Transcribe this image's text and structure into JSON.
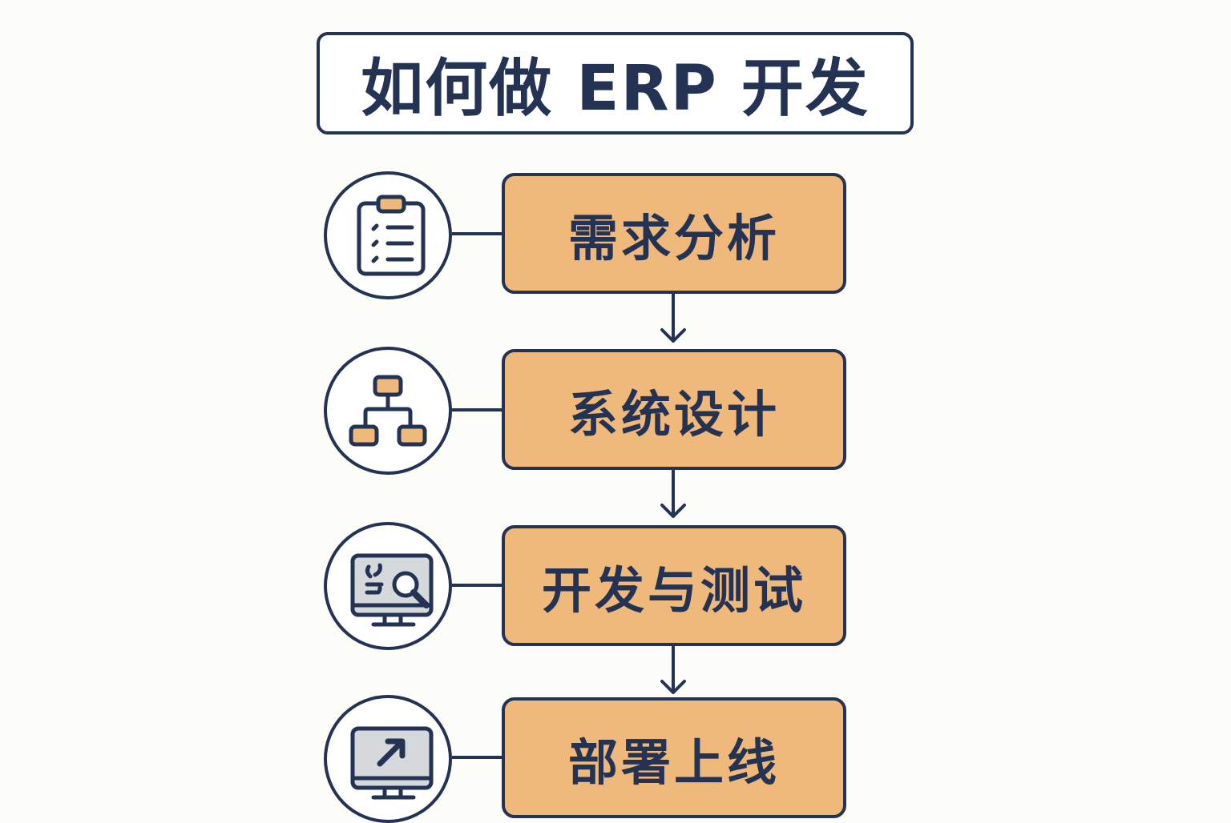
{
  "title": "如何做 ERP 开发",
  "colors": {
    "navy": "#243253",
    "orange": "#f0b97c",
    "background": "#fcfcf9"
  },
  "steps": [
    {
      "label": "需求分析",
      "icon": "clipboard-checklist-icon"
    },
    {
      "label": "系统设计",
      "icon": "hierarchy-diagram-icon"
    },
    {
      "label": "开发与测试",
      "icon": "monitor-magnifier-icon"
    },
    {
      "label": "部署上线",
      "icon": "monitor-launch-arrow-icon"
    }
  ]
}
